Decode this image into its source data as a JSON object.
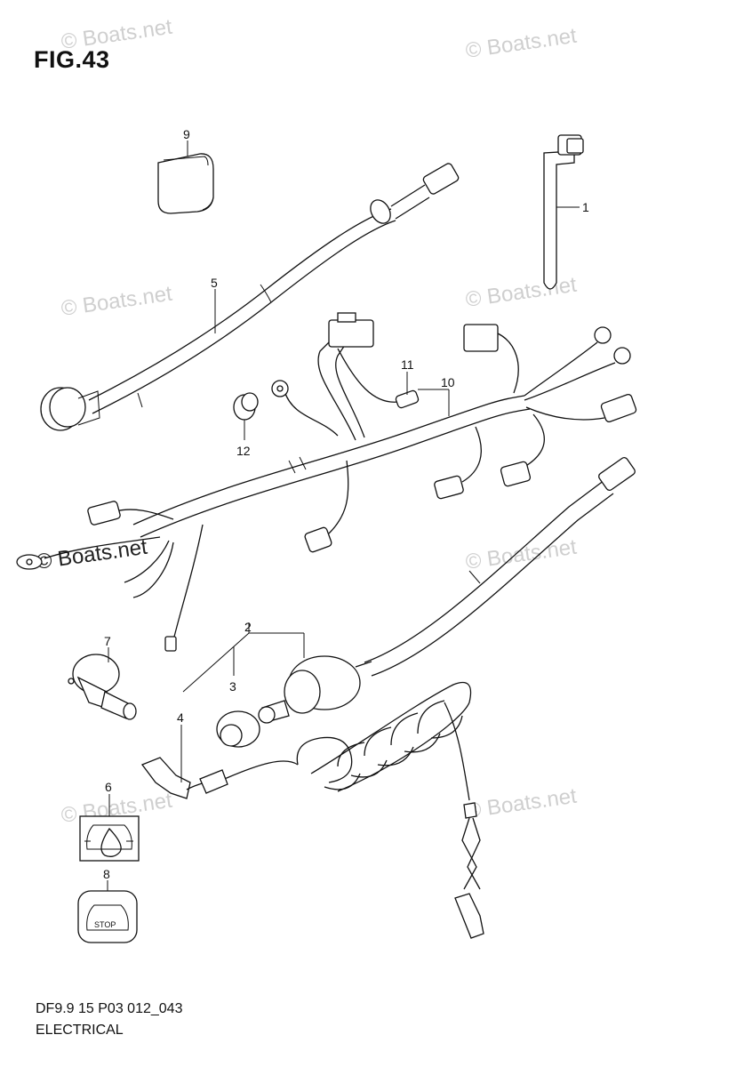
{
  "figure": {
    "title": "FIG.43",
    "code": "DF9.9 15 P03 012_043",
    "section": "ELECTRICAL"
  },
  "watermark": "© Boats.net",
  "callouts": {
    "c1": "1",
    "c2": "2",
    "c3": "3",
    "c4": "4",
    "c5": "5",
    "c6": "6",
    "c7": "7",
    "c8": "8",
    "c9": "9",
    "c10": "10",
    "c11": "11",
    "c12": "12"
  },
  "stop_label": "STOP",
  "colors": {
    "line": "#111111",
    "watermark": "#cfcfcf",
    "background": "#ffffff"
  }
}
